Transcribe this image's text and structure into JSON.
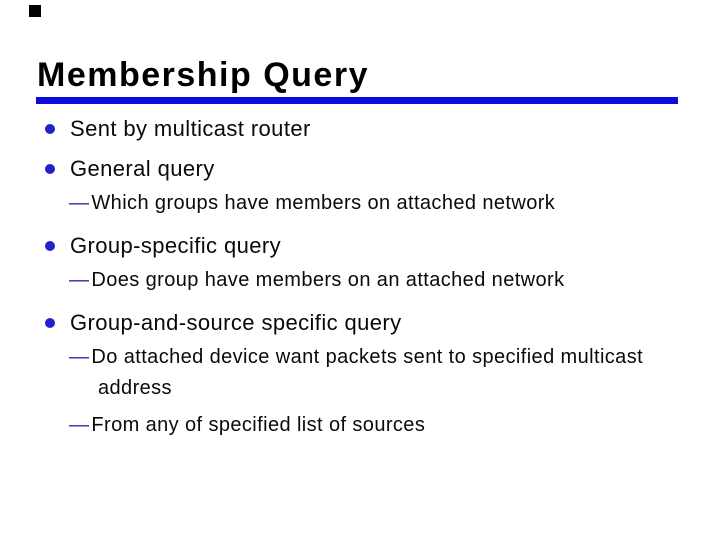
{
  "slide": {
    "title": "Membership Query",
    "sub_prefix": "—",
    "bullets": [
      {
        "text": "Sent by multicast router",
        "subs": []
      },
      {
        "text": "General query",
        "subs": [
          "Which groups have members on attached network"
        ]
      },
      {
        "text": "Group-specific query",
        "subs": [
          "Does group have members on an attached network"
        ]
      },
      {
        "text": "Group-and-source specific query",
        "subs": [
          "Do attached device want packets sent to specified multicast address",
          "From any of specified list of sources"
        ]
      }
    ],
    "colors": {
      "background": "#FFFFFF",
      "title_text": "#000000",
      "body_text": "#0A0A0A",
      "title_rule": "#0B0BE0",
      "bullet_dot": "#2222CC",
      "sub_dash": "#2A2AAA",
      "corner_mark": "#000000"
    }
  }
}
